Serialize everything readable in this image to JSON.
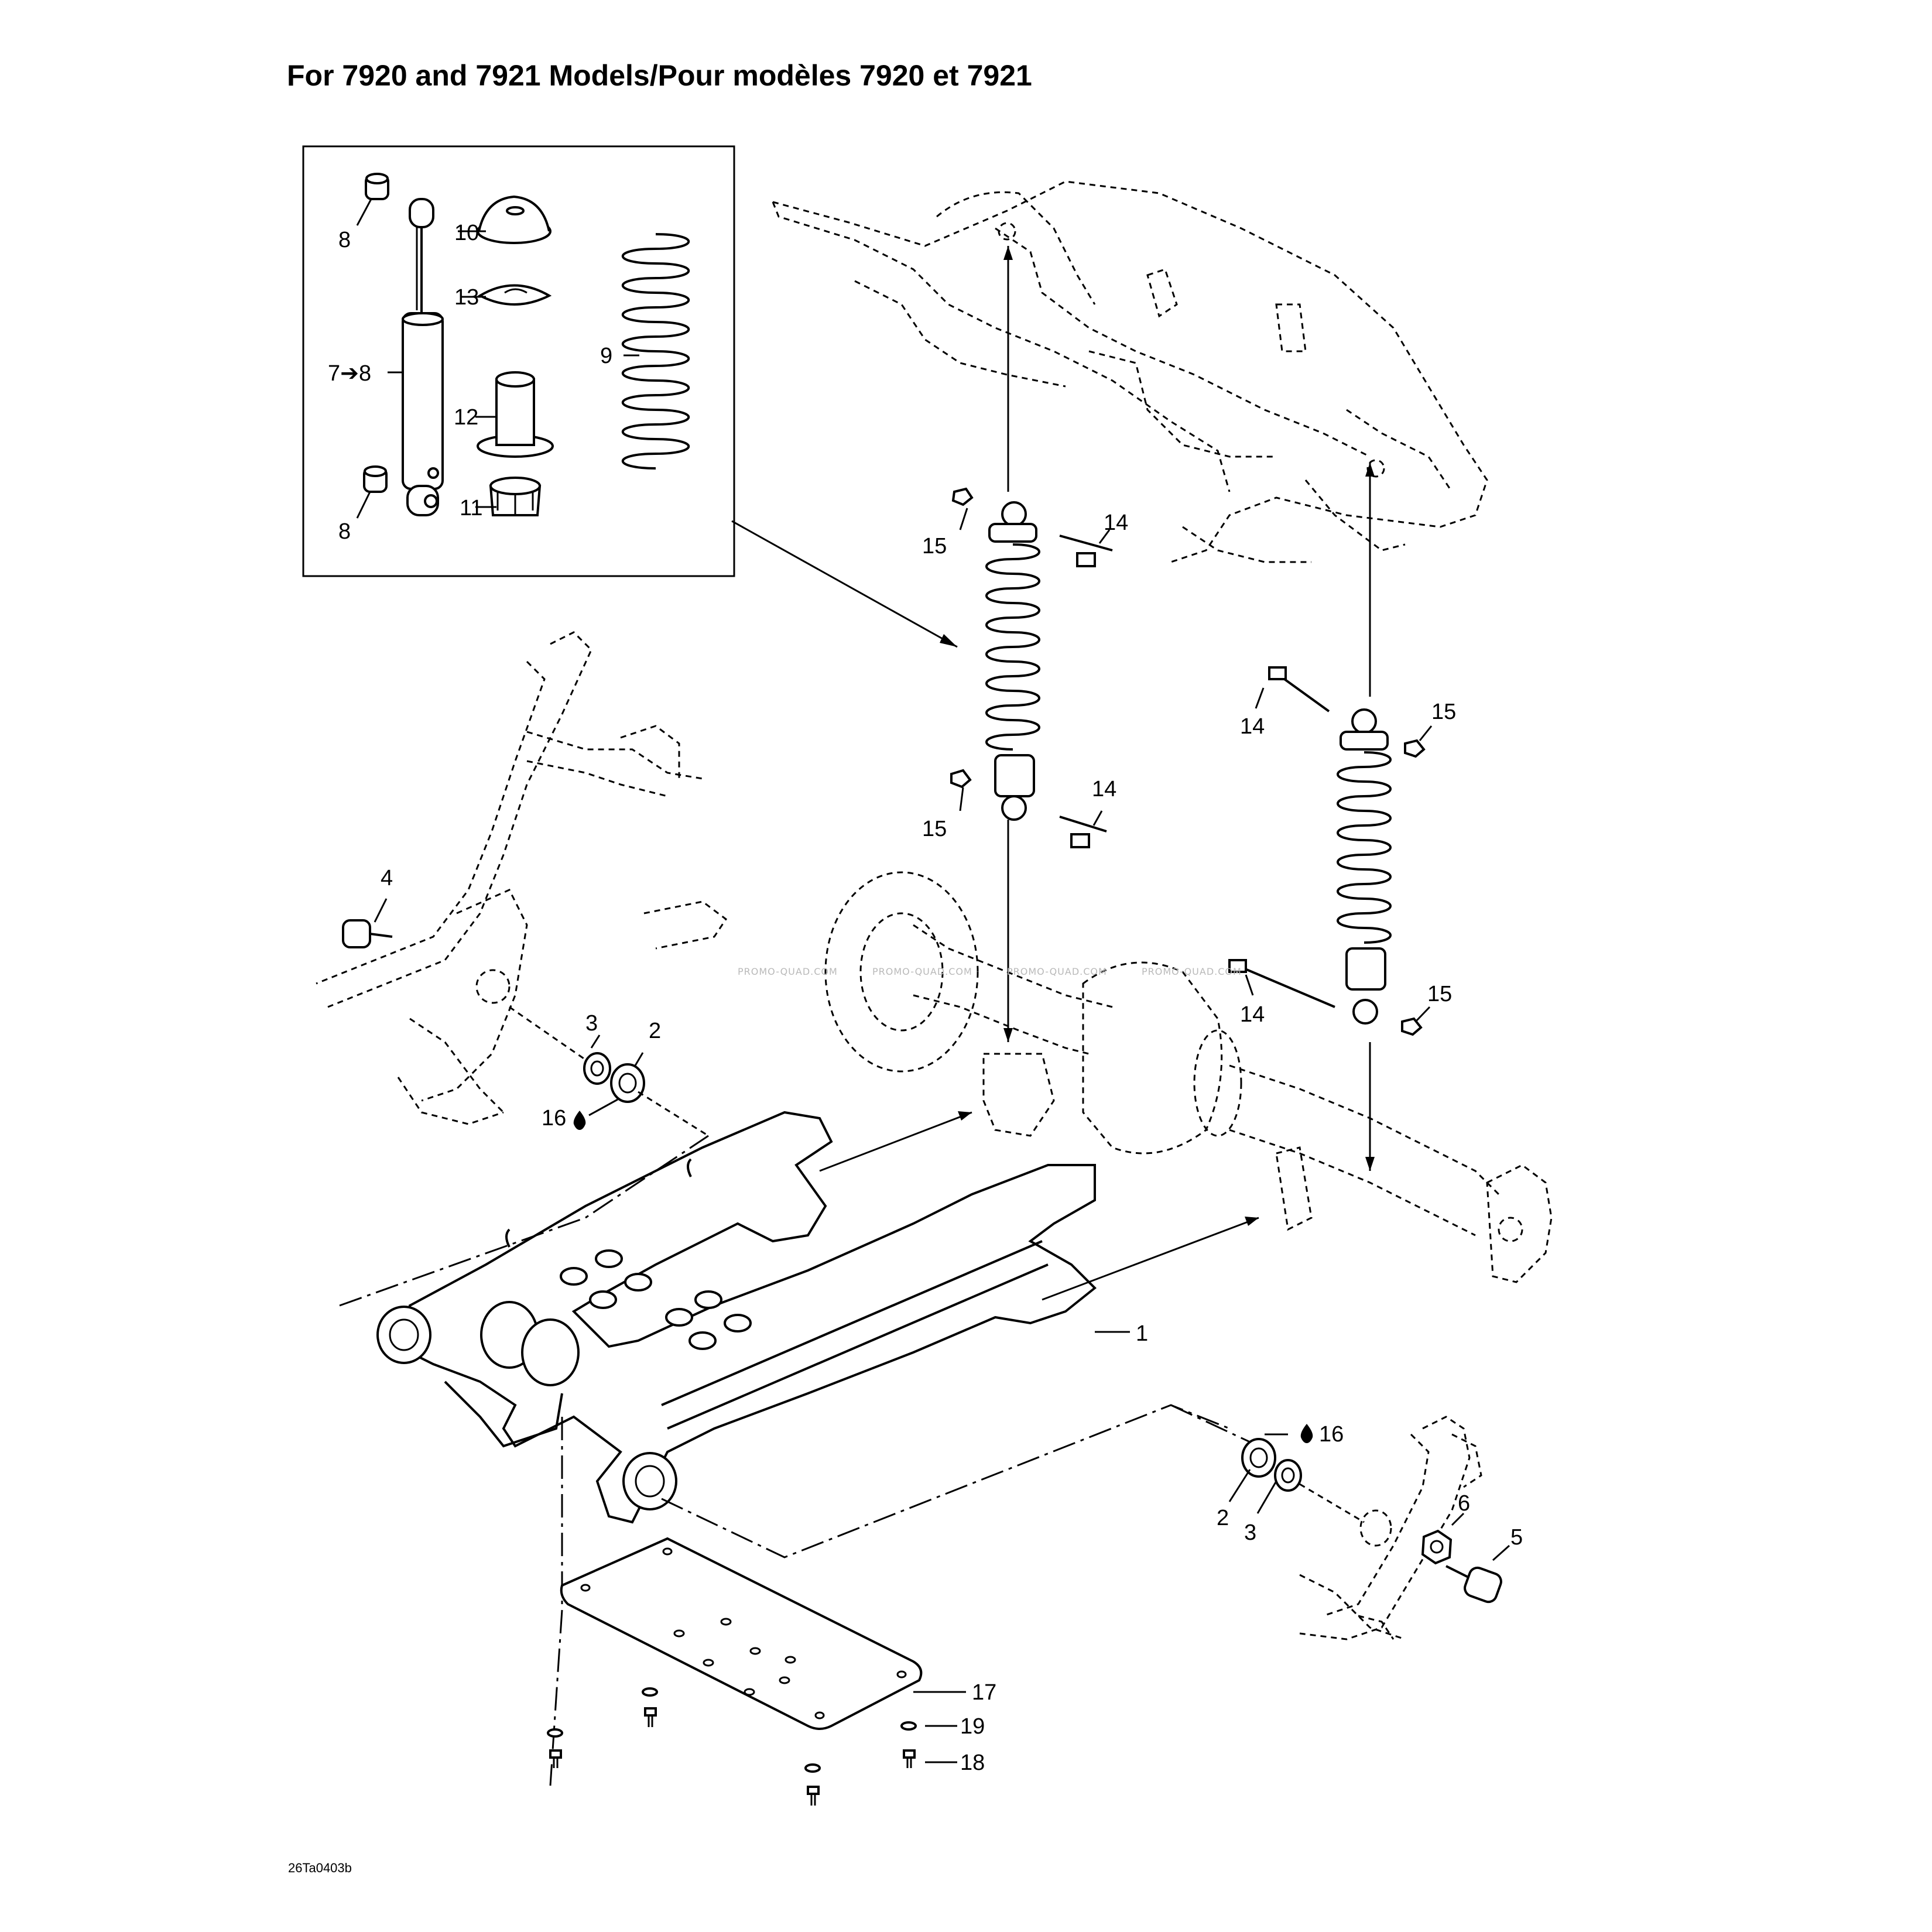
{
  "title": "For 7920 and 7921 Models/Pour modèles 7920 et 7921",
  "drawing_code": "26Ta0403b",
  "watermark": "PROMO-QUAD.COM",
  "callouts": {
    "c1": "1",
    "c2a": "2",
    "c2b": "2",
    "c3a": "3",
    "c3b": "3",
    "c4": "4",
    "c5": "5",
    "c6": "6",
    "c7_8": "7➔8",
    "c8a": "8",
    "c8b": "8",
    "c9": "9",
    "c10": "10",
    "c11": "11",
    "c12": "12",
    "c13": "13",
    "c14a": "14",
    "c14b": "14",
    "c14c": "14",
    "c14d": "14",
    "c15a": "15",
    "c15b": "15",
    "c15c": "15",
    "c15d": "15",
    "c16a": "16",
    "c16b": "16",
    "c17": "17",
    "c18": "18",
    "c19": "19"
  },
  "icons": {
    "lubricant": "oil-drop-icon"
  }
}
